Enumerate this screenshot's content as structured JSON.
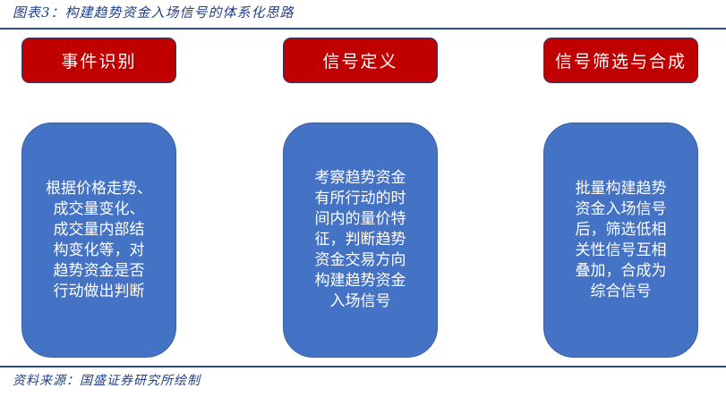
{
  "figure": {
    "title": "图表3：构建趋势资金入场信号的体系化思路",
    "source": "资料来源：国盛证券研究所绘制"
  },
  "colors": {
    "header_fill": "#c00000",
    "body_fill": "#4472c4",
    "rule": "#2b4a97",
    "caption_text": "#1f3e8c"
  },
  "columns": [
    {
      "header": "事件识别",
      "lines": [
        "根据价格走势、",
        "成交量变化、",
        "成交量内部结",
        "构变化等，对",
        "趋势资金是否",
        "行动做出判断"
      ]
    },
    {
      "header": "信号定义",
      "lines": [
        "考察趋势资金",
        "有所行动的时",
        "间内的量价特",
        "征，判断趋势",
        "资金交易方向",
        "构建趋势资金",
        "入场信号"
      ]
    },
    {
      "header": "信号筛选与合成",
      "lines": [
        "批量构建趋势",
        "资金入场信号",
        "后，筛选低相",
        "关性信号互相",
        "叠加，合成为",
        "综合信号"
      ]
    }
  ]
}
